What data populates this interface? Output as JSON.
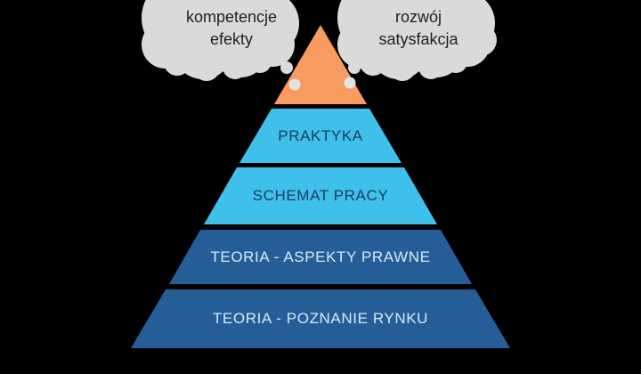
{
  "clouds": {
    "left": {
      "lines": [
        "kompetencje",
        "efekty"
      ]
    },
    "right": {
      "lines": [
        "rozwój",
        "satysfakcja"
      ]
    }
  },
  "pyramid": {
    "levels": [
      {
        "id": "apex",
        "label": "",
        "color": "#F89B61",
        "text_color": ""
      },
      {
        "id": "praktyka",
        "label": "PRAKTYKA",
        "color": "#3FC0EA",
        "text_color": "#1C3B5E"
      },
      {
        "id": "schemat-pracy",
        "label": "SCHEMAT PRACY",
        "color": "#3FC0EA",
        "text_color": "#1C3B5E"
      },
      {
        "id": "teoria-aspekty-prawne",
        "label": "TEORIA - ASPEKTY PRAWNE",
        "color": "#255E97",
        "text_color": "#D7E9F5"
      },
      {
        "id": "teoria-poznanie-rynku",
        "label": "TEORIA - POZNANIE RYNKU",
        "color": "#255E97",
        "text_color": "#D7E9F5"
      }
    ]
  },
  "colors": {
    "background": "#000000",
    "cloud_fill": "#DADADA",
    "cloud_text": "#1F1F1F",
    "apex_orange": "#F89B61",
    "light_blue": "#3FC0EA",
    "dark_blue": "#255E97",
    "trail_dot": "#E3E3E3"
  }
}
